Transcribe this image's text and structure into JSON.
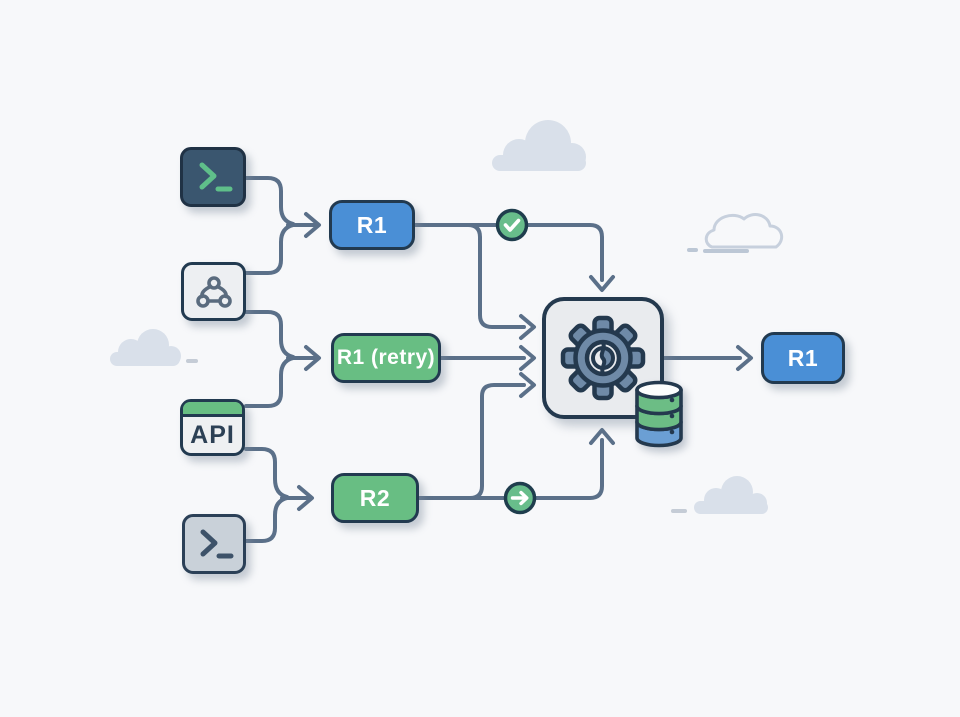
{
  "diagram": {
    "title": "request-retry-flow-illustration",
    "background": "#f7f8fa",
    "palette": {
      "outline_dark": "#223a50",
      "connector": "#5b7089",
      "request_blue": "#4a8fd6",
      "request_green": "#68be83",
      "badge_green": "#68bd8b",
      "processor_fill": "#e9ebee",
      "gear_steel": "#6f8aa7",
      "terminal_dark_fill": "#3a566f",
      "terminal_gray_fill": "#c9d1d9",
      "prompt_green": "#5fbf8a",
      "db_green": "#6cbd85",
      "db_blue": "#6b9fd4",
      "cloud_fill": "#d9e0ea",
      "cloud_outline": "#c7d0dd"
    },
    "sources": [
      {
        "name": "terminal-top",
        "icon": "terminal-icon",
        "variant": "dark"
      },
      {
        "name": "webhook",
        "icon": "webhook-icon",
        "variant": "light"
      },
      {
        "name": "api",
        "label": "API",
        "variant": "green-header"
      },
      {
        "name": "terminal-bottom",
        "icon": "terminal-icon",
        "variant": "gray"
      }
    ],
    "requests": [
      {
        "name": "request-r1",
        "label": "R1",
        "color": "#4a8fd6"
      },
      {
        "name": "request-r1-retry",
        "label": "R1 (retry)",
        "color": "#68be83"
      },
      {
        "name": "request-r2",
        "label": "R2",
        "color": "#68be83"
      }
    ],
    "status_badges": [
      {
        "name": "success-badge",
        "icon": "check-icon",
        "color": "#68bd8b"
      },
      {
        "name": "forward-badge",
        "icon": "arrow-right-icon",
        "color": "#68bd8b"
      }
    ],
    "processor": {
      "name": "processor",
      "icon": "gear-icon",
      "attachment_icon": "database-icon"
    },
    "output": {
      "name": "output-r1",
      "label": "R1",
      "color": "#4a8fd6"
    }
  }
}
